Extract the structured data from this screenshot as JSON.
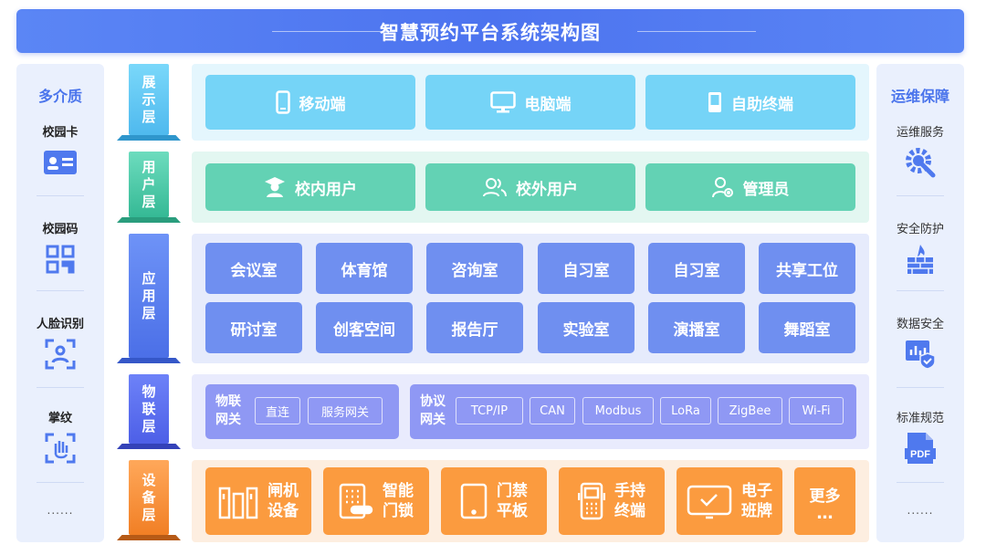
{
  "title": "智慧预约平台系统架构图",
  "left": {
    "heading": "多介质",
    "items": [
      {
        "label": "校园卡",
        "icon": "id-card-icon"
      },
      {
        "label": "校园码",
        "icon": "qr-code-icon"
      },
      {
        "label": "人脸识别",
        "icon": "face-scan-icon"
      },
      {
        "label": "掌纹",
        "icon": "palm-scan-icon"
      }
    ],
    "more": "......"
  },
  "right": {
    "heading": "运维保障",
    "items": [
      {
        "label": "运维服务",
        "icon": "gear-wrench-icon"
      },
      {
        "label": "安全防护",
        "icon": "firewall-icon"
      },
      {
        "label": "数据安全",
        "icon": "data-shield-icon"
      },
      {
        "label": "标准规范",
        "icon": "pdf-doc-icon"
      }
    ],
    "more": "......"
  },
  "layers": {
    "display": {
      "label": "展示层",
      "items": [
        "移动端",
        "电脑端",
        "自助终端"
      ]
    },
    "user": {
      "label": "用户层",
      "items": [
        "校内用户",
        "校外用户",
        "管理员"
      ]
    },
    "app": {
      "label": "应用层",
      "row1": [
        "会议室",
        "体育馆",
        "咨询室",
        "自习室",
        "自习室",
        "共享工位"
      ],
      "row2": [
        "研讨室",
        "创客空间",
        "报告厅",
        "实验室",
        "演播室",
        "舞蹈室"
      ]
    },
    "iot": {
      "label": "物联层",
      "gateway_label": "物联网关",
      "gateway_items": [
        "直连",
        "服务网关"
      ],
      "protocol_label": "协议网关",
      "protocols": [
        "TCP/IP",
        "CAN",
        "Modbus",
        "LoRa",
        "ZigBee",
        "Wi-Fi"
      ]
    },
    "device": {
      "label": "设备层",
      "items": [
        "闸机设备",
        "智能门锁",
        "门禁平板",
        "手持终端",
        "电子班牌"
      ],
      "more_label": "更多",
      "more_dots": "…"
    }
  },
  "colors": {
    "display": "#75d4f7",
    "user": "#63d2b4",
    "app": "#6f8ff0",
    "iot": "#8f98f4",
    "device": "#fb9b3f"
  }
}
